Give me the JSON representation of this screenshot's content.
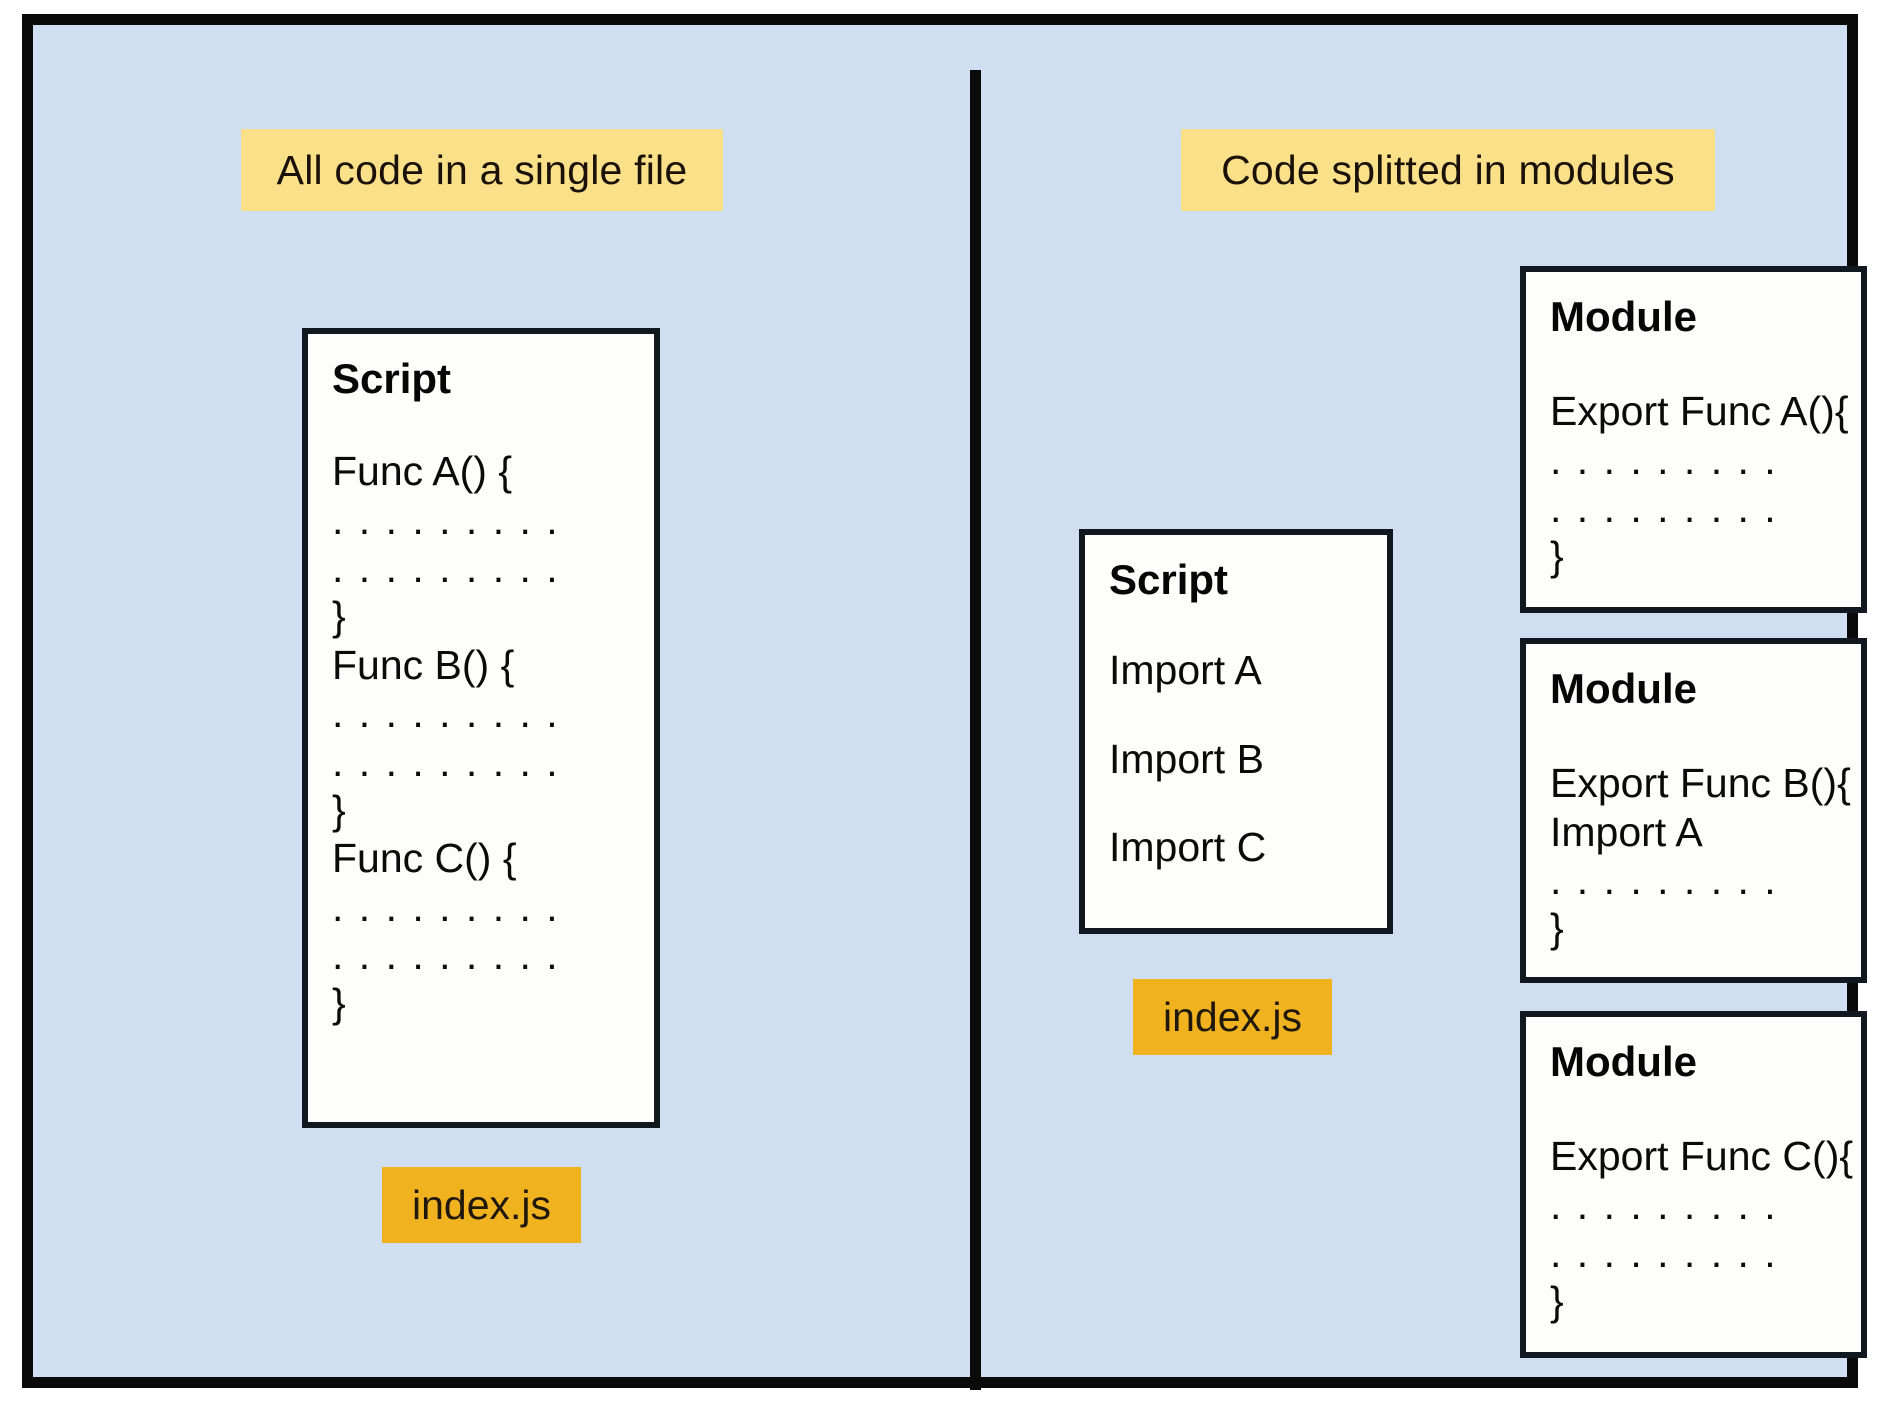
{
  "diagram": {
    "title_left": "All code in a single file",
    "title_right": "Code splitted in modules",
    "background_color": "#cfdff1",
    "banner_color": "#fbe08a",
    "chip_color": "#f0b31f",
    "box_fill": "#fdfdfb",
    "border_color": "#121820"
  },
  "left_panel": {
    "banner": "All code in a single file",
    "script_box": {
      "title": "Script",
      "lines": [
        "Func A() {",
        ". . . . . . . . .",
        ". . . . . . . . .",
        "}",
        "Func B() {",
        ". . . . . . . . .",
        ". . . . . . . . .",
        "}",
        "Func C() {",
        ". . . . . . . . .",
        ". . . . . . . . .",
        "}"
      ]
    },
    "file_label": "index.js"
  },
  "right_panel": {
    "banner": "Code splitted in modules",
    "script_box": {
      "title": "Script",
      "lines": [
        "Import A",
        "Import B",
        "Import C"
      ]
    },
    "file_label": "index.js",
    "modules": [
      {
        "title": "Module",
        "lines": [
          "Export Func A(){",
          ". . . . . . . . .",
          ". . . . . . . . .",
          "}"
        ]
      },
      {
        "title": "Module",
        "lines": [
          "Export Func B(){",
          "Import A",
          ". . . . . . . . .",
          "}"
        ]
      },
      {
        "title": "Module",
        "lines": [
          "Export Func C(){",
          ". . . . . . . . .",
          ". . . . . . . . .",
          "}"
        ]
      }
    ]
  }
}
